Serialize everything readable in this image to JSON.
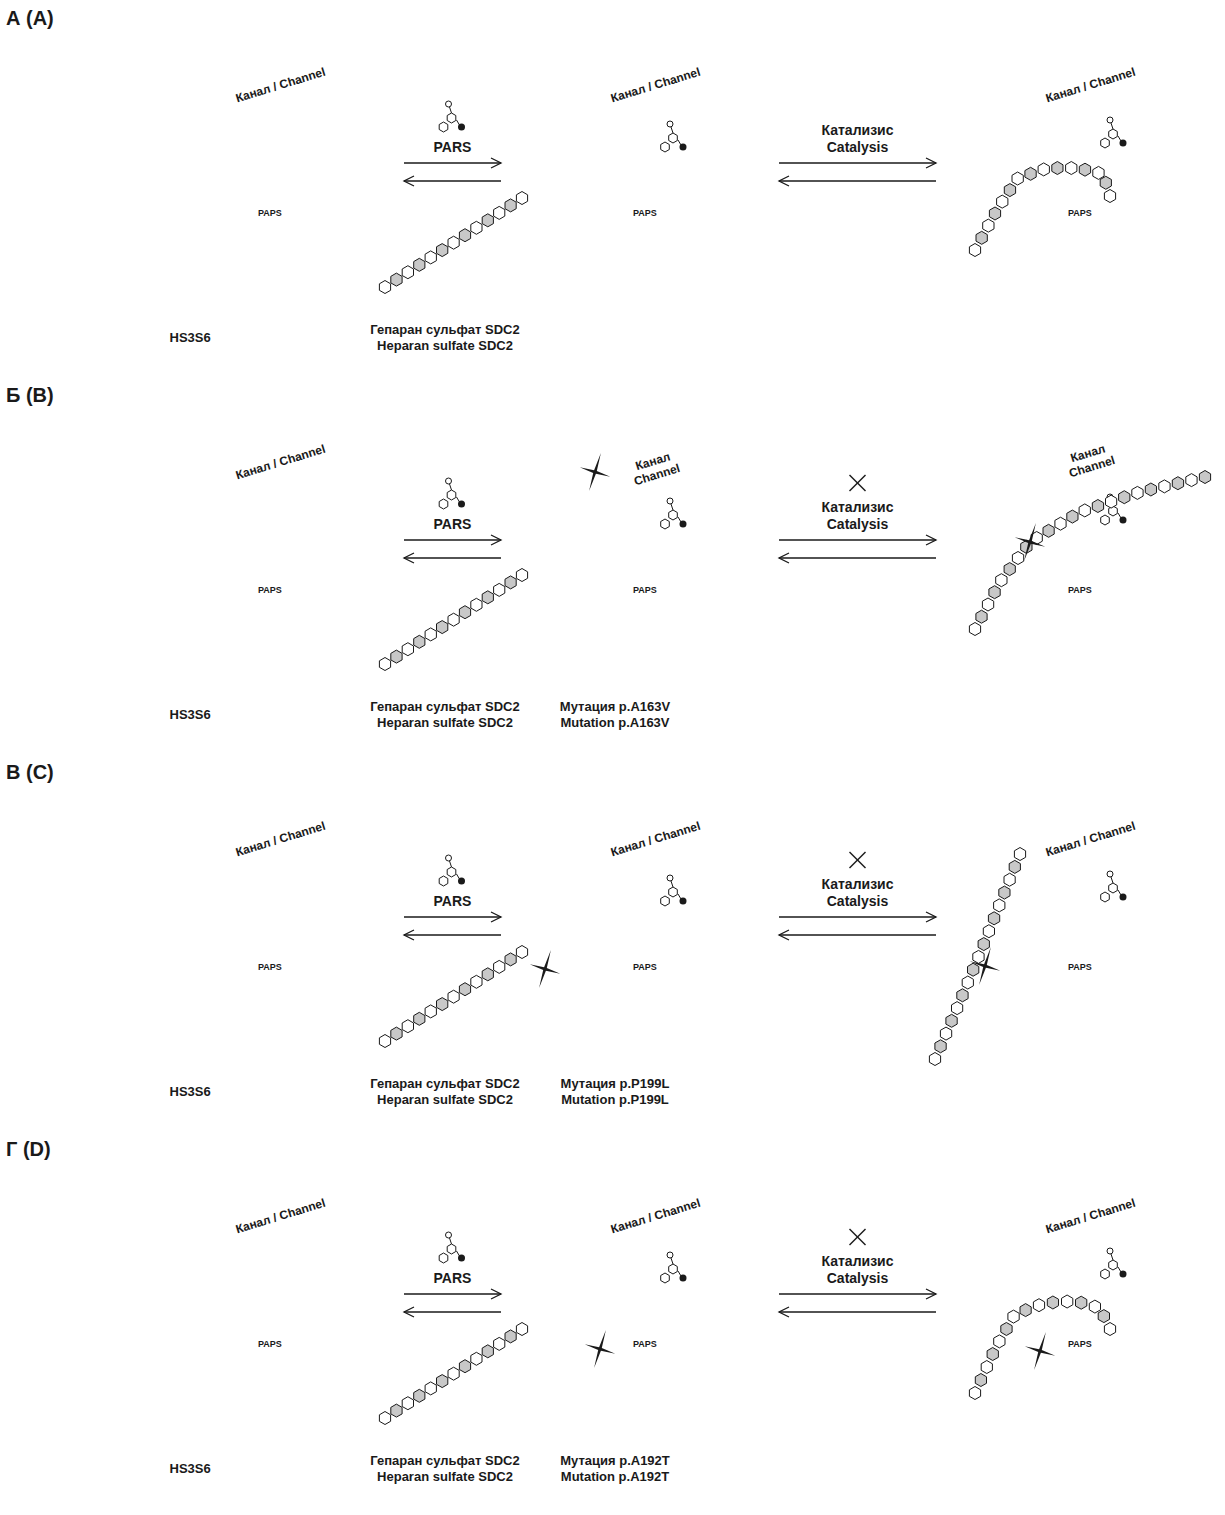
{
  "diagram": {
    "nodes": [
      {
        "text": [
          "Канал / Channel",
          "PAPS"
        ]
      },
      {
        "text": [
          "Канал / Channel",
          "PAPS"
        ]
      },
      {
        "text": [
          "Канал / Channel",
          "PAPS"
        ]
      },
      {
        "text": [
          "Канал / Channel",
          "PAPS"
        ]
      },
      {
        "text": [
          "Канал Channel",
          "PAPS"
        ]
      },
      {
        "text": [
          "Канал Channel",
          "PAPS"
        ]
      },
      {
        "text": [
          "Канал / Channel",
          "PAPS"
        ]
      },
      {
        "text": [
          "Канал / Channel",
          "PAPS"
        ]
      },
      {
        "text": [
          "Канал / Channel",
          "PAPS"
        ]
      },
      {
        "text": [
          "Канал / Channel",
          "PAPS"
        ]
      },
      {
        "text": [
          "Канал / Channel",
          "PAPS"
        ]
      },
      {
        "text": [
          "Канал / Channel",
          "PAPS"
        ]
      }
    ],
    "edges": [
      {
        "from": 0,
        "to": 1,
        "arrow": "both",
        "label": "PARS"
      },
      {
        "from": 1,
        "to": 2,
        "arrow": "both",
        "label": "Катализис Catalysis"
      },
      {
        "from": 3,
        "to": 4,
        "arrow": "both",
        "label": "PARS"
      },
      {
        "from": 4,
        "to": 5,
        "arrow": "both",
        "label": "Катализис Catalysis"
      },
      {
        "from": 6,
        "to": 7,
        "arrow": "both",
        "label": "PARS"
      },
      {
        "from": 7,
        "to": 8,
        "arrow": "both",
        "label": "Катализис Catalysis"
      },
      {
        "from": 9,
        "to": 10,
        "arrow": "both",
        "label": "PARS"
      },
      {
        "from": 10,
        "to": 11,
        "arrow": "both",
        "label": "Катализис Catalysis"
      }
    ],
    "labels": [
      "А (A)",
      "HS3S6",
      "Гепаран сульфат SDC2 Heparan sulfate SDC2",
      "Б (B)",
      "HS3S6",
      "Гепаран сульфат SDC2 Heparan sulfate SDC2",
      "Мутация p.A163V Mutation p.A163V",
      "В (C)",
      "HS3S6",
      "Гепаран сульфат SDC2 Heparan sulfate SDC2",
      "Мутация p.P199L Mutation p.P199L",
      "Г (D)",
      "HS3S6",
      "Гепаран сульфат SDC2 Heparan sulfate SDC2",
      "Мутация p.A192T Mutation p.A192T"
    ]
  }
}
